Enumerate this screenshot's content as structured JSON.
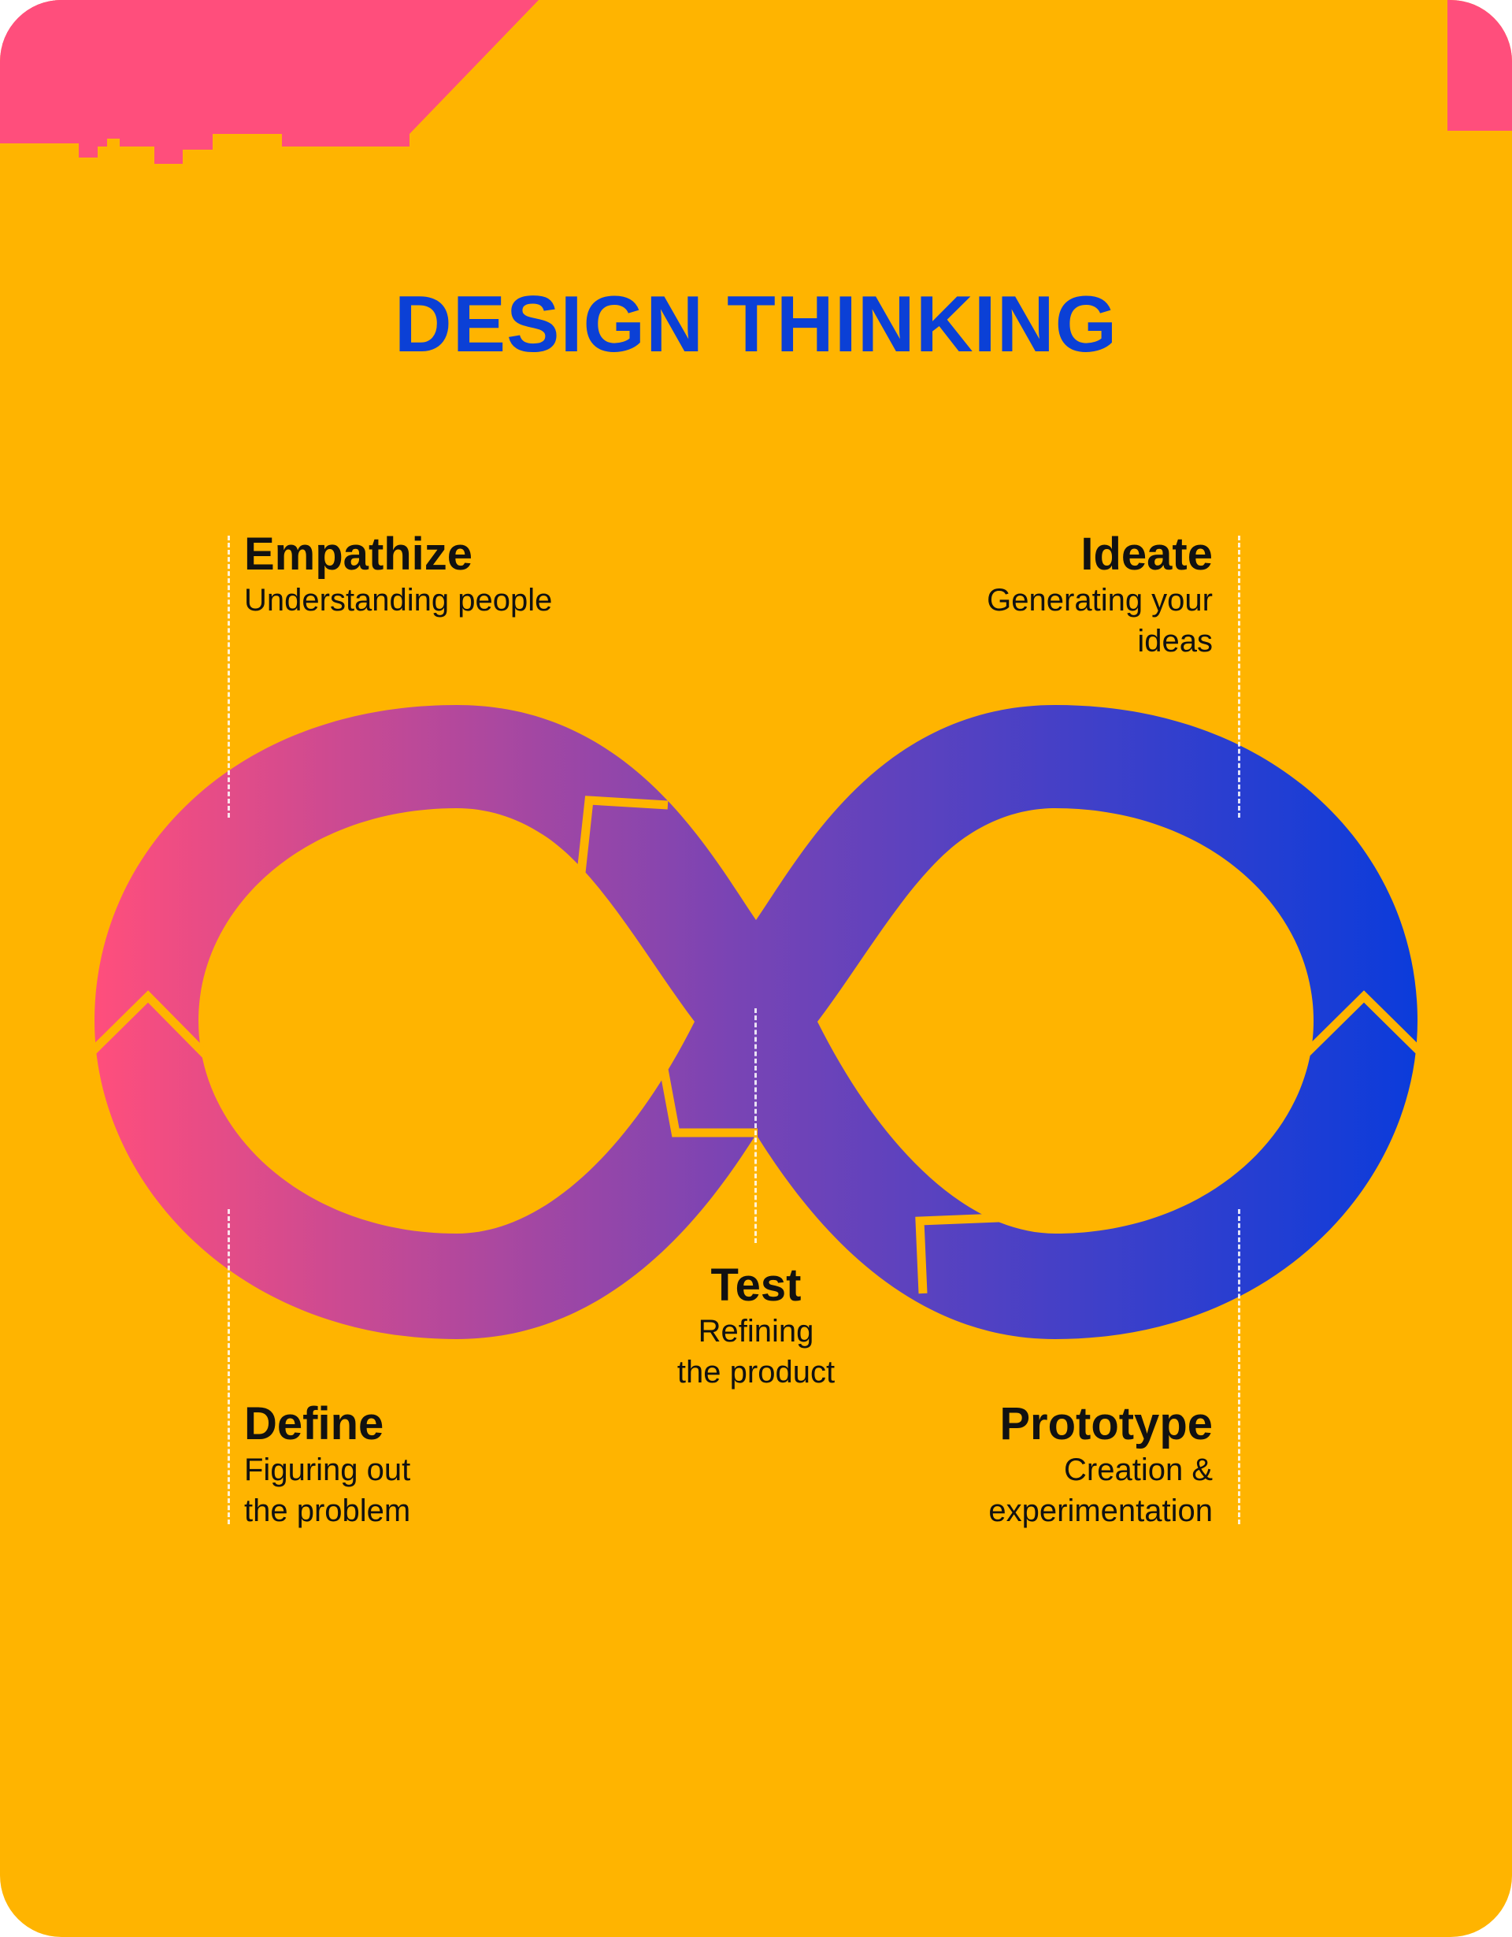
{
  "colors": {
    "background": "#ffb400",
    "title": "#0b40d6",
    "decoration": "#ff4e7c",
    "loop_start": "#ff4e7c",
    "loop_mid": "#7a44b4",
    "loop_end": "#0b3cdb",
    "text": "#111111",
    "guides": "#ffffff"
  },
  "title": "DESIGN THINKING",
  "stages": [
    {
      "name": "Empathize",
      "description": "Understanding people"
    },
    {
      "name": "Ideate",
      "description": "Generating your\nideas"
    },
    {
      "name": "Test",
      "description": "Refining\nthe product"
    },
    {
      "name": "Define",
      "description": "Figuring out\nthe problem"
    },
    {
      "name": "Prototype",
      "description": "Creation &\nexperimentation"
    }
  ],
  "decorations": [
    "pixel-blob-top-left",
    "corner-block-top-right"
  ]
}
